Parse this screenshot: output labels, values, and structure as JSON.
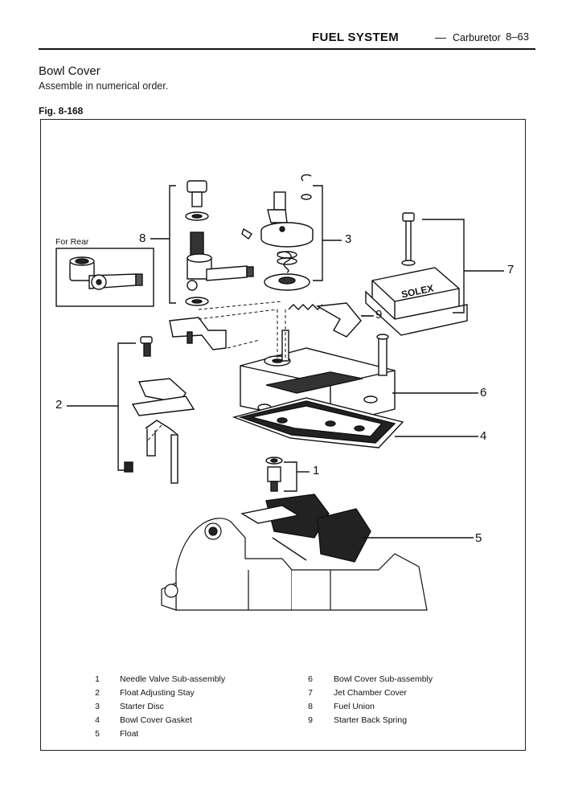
{
  "header": {
    "section": "FUEL SYSTEM",
    "dash": "—",
    "subsection": "Carburetor",
    "page_number": "8–63"
  },
  "title": "Bowl Cover",
  "subtitle": "Assemble in numerical order.",
  "figure": {
    "label": "Fig. 8-168",
    "inset_label": "For Rear",
    "callouts": [
      "1",
      "2",
      "3",
      "4",
      "5",
      "6",
      "7",
      "8",
      "9"
    ]
  },
  "legend": {
    "left": [
      {
        "num": "1",
        "name": "Needle Valve Sub-assembly"
      },
      {
        "num": "2",
        "name": "Float Adjusting Stay"
      },
      {
        "num": "3",
        "name": "Starter Disc"
      },
      {
        "num": "4",
        "name": "Bowl Cover Gasket"
      },
      {
        "num": "5",
        "name": "Float"
      }
    ],
    "right": [
      {
        "num": "6",
        "name": "Bowl Cover Sub-assembly"
      },
      {
        "num": "7",
        "name": "Jet Chamber Cover"
      },
      {
        "num": "8",
        "name": "Fuel Union"
      },
      {
        "num": "9",
        "name": "Starter Back Spring"
      }
    ]
  }
}
